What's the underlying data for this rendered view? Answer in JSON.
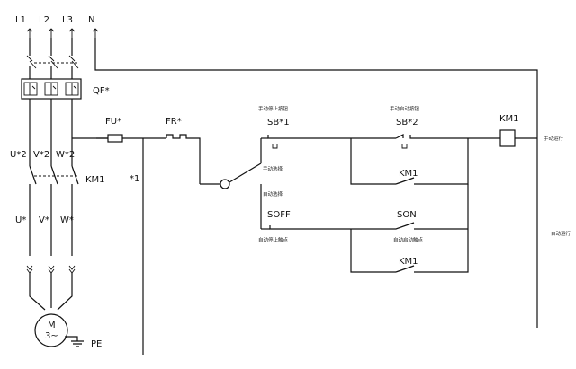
{
  "supply": {
    "l1": "L1",
    "l2": "L2",
    "l3": "L3",
    "n": "N"
  },
  "breaker": {
    "label": "QF*"
  },
  "terminals": {
    "u2": "U*2",
    "v2": "V*2",
    "w2": "W*2",
    "u": "U*",
    "v": "V*",
    "w": "W*"
  },
  "contactor_main": {
    "label": "KM1"
  },
  "motor": {
    "m": "M",
    "phase": "3~",
    "pe": "PE"
  },
  "control": {
    "fuse": "FU*",
    "relay": "FR*",
    "node1": "*1",
    "sb1": "SB*1",
    "sb2": "SB*2",
    "coil": "KM1",
    "hold1": "KM1",
    "hold2": "KM1",
    "soff": "SOFF",
    "son": "SON",
    "note_sb1": "手动停止按钮",
    "note_sb2": "手动启动按钮",
    "note_sw": "手动选择",
    "note_auto_sel": "自动选择",
    "note_auto_stop": "自动停止触点",
    "note_auto_start": "自动启动触点",
    "note_manual_run": "手动运行",
    "note_auto_run": "自动运行"
  }
}
